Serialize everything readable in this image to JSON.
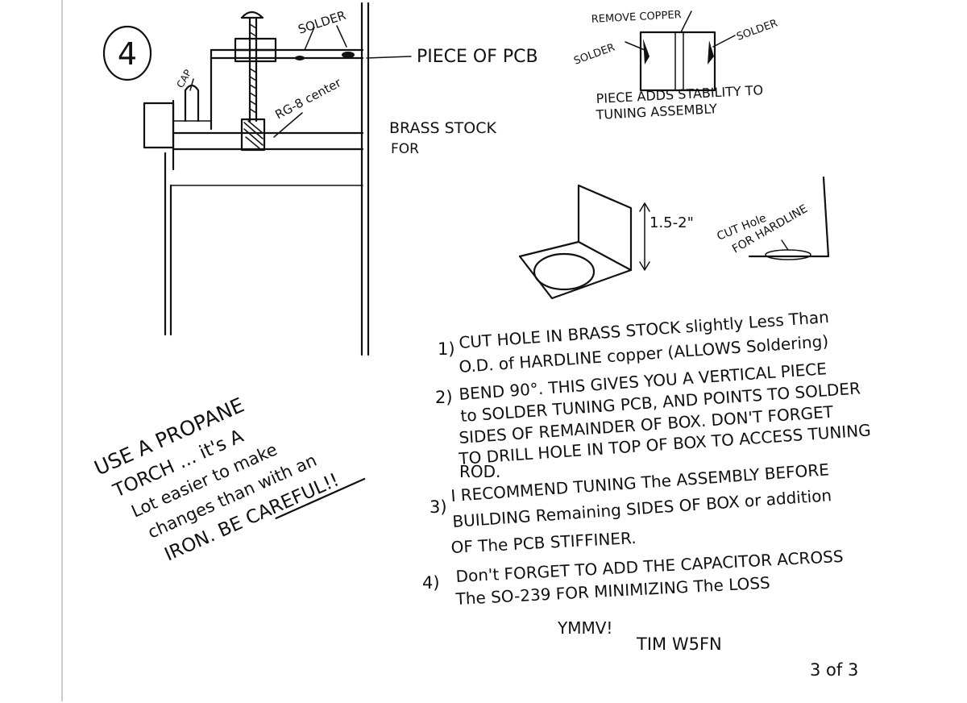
{
  "page_number_circle": "4",
  "labels": {
    "cap": "CAP",
    "solder_top": "SOLDER",
    "piece_of_pcb": "PIECE OF PCB",
    "rg8_center": "RG-8 center",
    "brass_stock_line1": "BRASS STOCK",
    "brass_stock_line2": "FOR",
    "remove_copper": "REMOVE COPPER",
    "solder_left": "SOLDER",
    "solder_right": "SOLDER",
    "piece_adds_line1": "PIECE ADDS STABILITY TO",
    "piece_adds_line2": "TUNING ASSEMBLY",
    "height_dim": "1.5-2\"",
    "cut_hole_line1": "CUT Hole",
    "cut_hole_line2": "FOR HARDLINE"
  },
  "propane_note": [
    "USE A PROPANE",
    "TORCH ... it's A",
    "Lot easier to make",
    "changes than with an",
    "IRON.   BE CAREFUL!!"
  ],
  "steps": [
    {
      "num": "1)",
      "lines": [
        "CUT HOLE IN BRASS STOCK slightly Less Than",
        "O.D. of HARDLINE copper (ALLOWS Soldering)"
      ]
    },
    {
      "num": "2)",
      "lines": [
        "BEND 90°. THIS GIVES YOU A VERTICAL PIECE",
        "to SOLDER TUNING PCB, AND POINTS TO SOLDER",
        "SIDES OF REMAINDER OF BOX. DON'T FORGET",
        "TO DRILL HOLE IN TOP OF BOX TO ACCESS TUNING",
        "ROD."
      ]
    },
    {
      "num": "3)",
      "lines": [
        "I RECOMMEND TUNING The ASSEMBLY BEFORE",
        "BUILDING Remaining SIDES OF BOX or addition",
        "OF The PCB STIFFINER."
      ]
    },
    {
      "num": "4)",
      "lines": [
        "Don't FORGET TO ADD THE CAPACITOR ACROSS",
        "The SO-239 FOR MINIMIZING The LOSS"
      ]
    }
  ],
  "ymmv": "YMMV!",
  "signature": "TIM   W5FN",
  "page_label": "3 of 3"
}
